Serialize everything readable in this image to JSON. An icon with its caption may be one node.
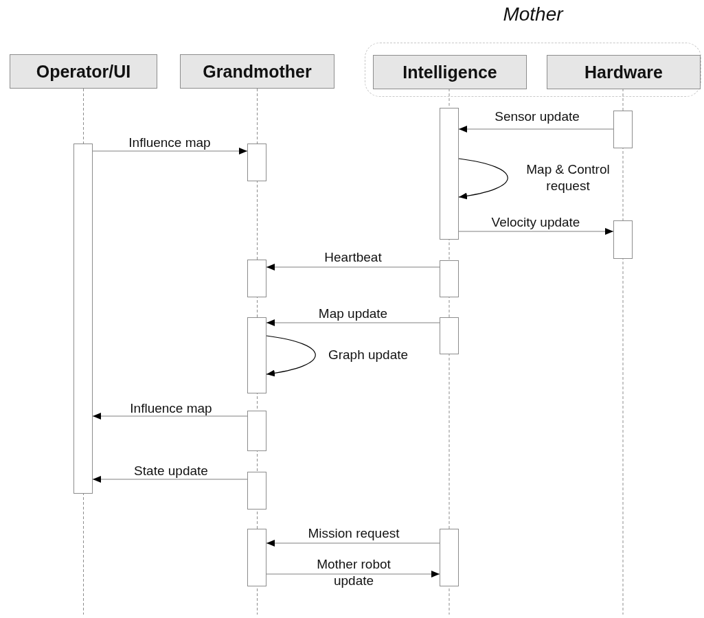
{
  "diagram": {
    "nodes": [
      {
        "text": [
          "Operator/UI"
        ]
      },
      {
        "text": [
          "Grandmother"
        ]
      },
      {
        "text": [
          "Mother"
        ]
      },
      {
        "text": [
          "Intelligence"
        ],
        "in": 2
      },
      {
        "text": [
          "Hardware"
        ],
        "in": 2
      },
      {
        "text": [],
        "shape": "bar"
      },
      {
        "text": [],
        "shape": "bar"
      },
      {
        "text": [],
        "shape": "bar"
      },
      {
        "text": [],
        "shape": "bar"
      },
      {
        "text": [],
        "shape": "bar"
      },
      {
        "text": [],
        "shape": "bar"
      },
      {
        "text": [],
        "shape": "bar"
      },
      {
        "text": [],
        "shape": "bar"
      },
      {
        "text": [],
        "shape": "bar"
      },
      {
        "text": [],
        "shape": "bar"
      },
      {
        "text": [],
        "shape": "bar"
      },
      {
        "text": [],
        "shape": "bar"
      },
      {
        "text": [],
        "shape": "bar"
      }
    ],
    "edges": [
      {
        "from": 6,
        "to": 5,
        "arrow": "to",
        "label": "Sensor update"
      },
      {
        "from": 7,
        "to": 8,
        "arrow": "to",
        "label": "Influence map"
      },
      {
        "from": 5,
        "to": 5,
        "arrow": "to",
        "label": "Map & Control request",
        "color": "#000000"
      },
      {
        "from": 5,
        "to": 9,
        "arrow": "to",
        "label": "Velocity update"
      },
      {
        "from": 11,
        "to": 10,
        "arrow": "to",
        "label": "Heartbeat"
      },
      {
        "from": 13,
        "to": 12,
        "arrow": "to",
        "label": "Map update"
      },
      {
        "from": 12,
        "to": 12,
        "arrow": "to",
        "label": "Graph update",
        "color": "#000000"
      },
      {
        "from": 14,
        "to": 7,
        "arrow": "to",
        "label": "Influence map"
      },
      {
        "from": 15,
        "to": 7,
        "arrow": "to",
        "label": "State update"
      },
      {
        "from": 17,
        "to": 16,
        "arrow": "to",
        "label": "Mission request"
      },
      {
        "from": 16,
        "to": 17,
        "arrow": "to",
        "label": "Mother robot update"
      }
    ]
  }
}
